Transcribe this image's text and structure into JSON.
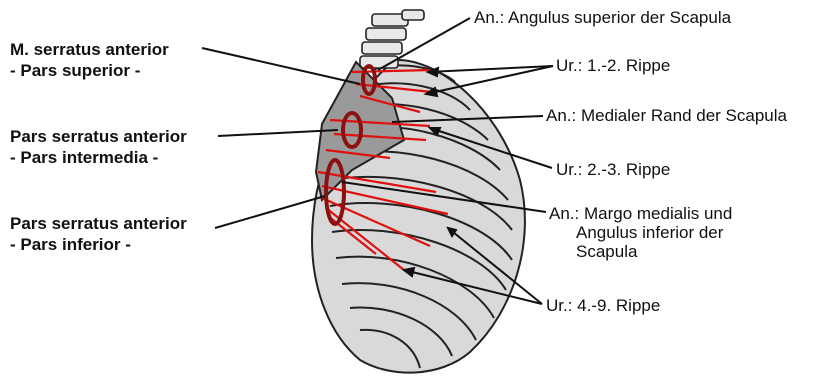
{
  "labels": {
    "left_superior_line1": "M. serratus anterior",
    "left_superior_line2": "- Pars superior -",
    "left_intermedia_line1": "Pars serratus anterior",
    "left_intermedia_line2": "- Pars intermedia -",
    "left_inferior_line1": "Pars serratus anterior",
    "left_inferior_line2": "- Pars inferior -",
    "right_angulus_superior": "An.: Angulus superior der Scapula",
    "right_ur_1_2": "Ur.: 1.-2. Rippe",
    "right_medialer_rand": "An.: Medialer Rand der Scapula",
    "right_ur_2_3": "Ur.: 2.-3. Rippe",
    "right_margo_line1": "An.: Margo medialis und",
    "right_margo_line2": "Angulus inferior der",
    "right_margo_line3": "Scapula",
    "right_ur_4_9": "Ur.: 4.-9. Rippe"
  },
  "colors": {
    "text": "#111111",
    "muscle_red": "#e01010",
    "origin_ring": "#8b1010",
    "rib_fill": "#d9d9d9",
    "scapula_fill": "#9a9a9a",
    "outline": "#222222"
  }
}
